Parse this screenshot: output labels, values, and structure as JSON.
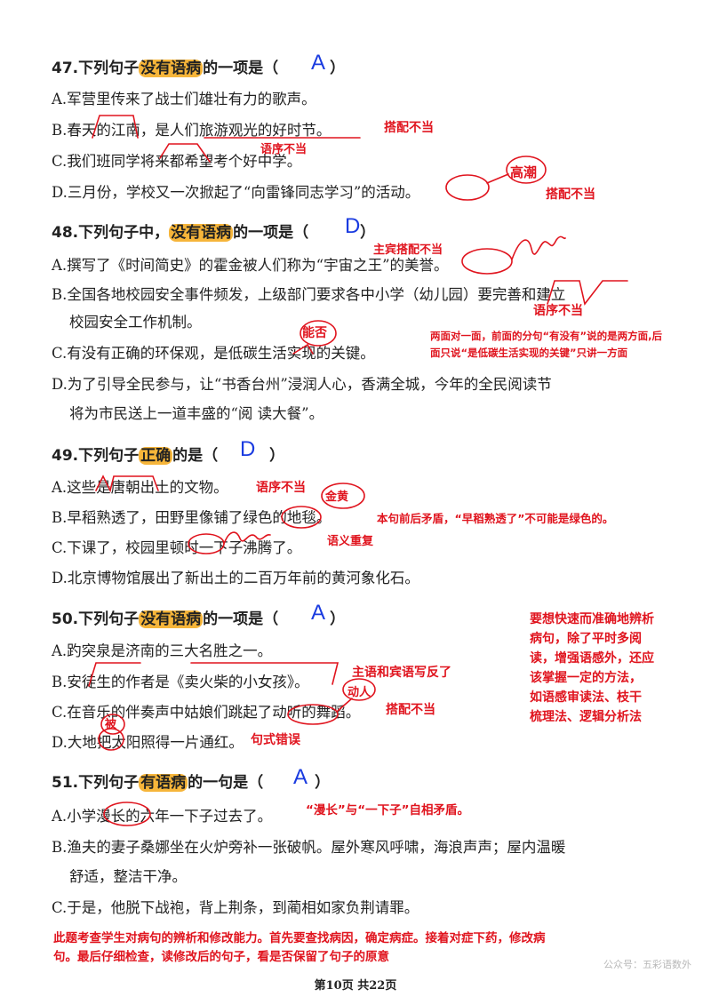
{
  "q47": {
    "num": "47.",
    "pre": "下列句子",
    "hl": "没有语病",
    "post": "的一项是（",
    "close": "）",
    "answer": "A",
    "options": [
      "A.军营里传来了战士们雄壮有力的歌声。",
      "B.春天的江南，是人们旅游观光的好时节。",
      "C.我们班同学将来都希望考个好中学。",
      "D.三月份，学校又一次掀起了“向雷锋同志学习”的活动。"
    ],
    "notes": {
      "b": "搭配不当",
      "c": "语序不当",
      "d_word": "高潮",
      "d": "搭配不当"
    }
  },
  "q48": {
    "num": "48.",
    "pre": "下列句子中，",
    "hl": "没有语病",
    "post": "的一项是（",
    "close": "）",
    "answer": "D",
    "options": [
      "A.撰写了《时间简史》的霍金被人们称为“宇宙之王”的美誉。",
      "B.全国各地校园安全事件频发，上级部门要求各中小学（幼儿园）要完善和建立",
      "校园安全工作机制。",
      "C.有没有正确的环保观，是低碳生活实现的关键。",
      "D.为了引导全民参与，让“书香台州”浸润人心，香满全城，今年的全民阅读节",
      "将为市民送上一道丰盛的“阅  读大餐”。"
    ],
    "notes": {
      "a": "主宾搭配不当",
      "b": "语序不当",
      "c_word": "能否",
      "c1": "两面对一面，前面的分句“有没有”说的是两方面,后",
      "c2": "面只说“是低碳生活实现的关键”只讲一方面"
    }
  },
  "q49": {
    "num": "49.",
    "pre": "下列句子",
    "hl": "正确",
    "post": "的是（",
    "close": "）",
    "answer": "D",
    "options": [
      "A.这些是唐朝出土的文物。",
      "B.早稻熟透了，田野里像铺了绿色的地毯。",
      "C.下课了，校园里顿时一下子沸腾了。",
      "D.北京博物馆展出了新出土的二百万年前的黄河象化石。"
    ],
    "notes": {
      "a": "语序不当",
      "b_word": "金黄",
      "b": "本句前后矛盾，“早稻熟透了”不可能是绿色的。",
      "c": "语义重复"
    }
  },
  "q50": {
    "num": "50.",
    "pre": "下列句子",
    "hl": "没有语病",
    "post": "的一项是（",
    "close": "）",
    "answer": "A",
    "options": [
      "A.趵突泉是济南的三大名胜之一。",
      "B.安徒生的作者是《卖火柴的小女孩》。",
      "C.在音乐的伴奏声中姑娘们跳起了动听的舞蹈。",
      "D.大地把太阳照得一片通红。"
    ],
    "notes": {
      "b": "主语和宾语写反了",
      "c_word": "动人",
      "c": "搭配不当",
      "d_word": "被",
      "d": "句式错误"
    },
    "tip": [
      "要想快速而准确地辨析",
      "病句，除了平时多阅",
      "读，增强语感外，还应",
      "该掌握一定的方法，",
      "如语感审读法、枝干",
      "梳理法、逻辑分析法"
    ]
  },
  "q51": {
    "num": "51.",
    "pre": "下列句子",
    "hl": "有语病",
    "post": "的一句是（",
    "close": "）",
    "answer": "A",
    "options": [
      "A.小学漫长的六年一下子过去了。",
      "B.渔夫的妻子桑娜坐在火炉旁补一张破帆。屋外寒风呼啸，海浪声声；屋内温暖",
      "舒适，整洁干净。",
      "C.于是，他脱下战袍，背上荆条，到蔺相如家负荆请罪。"
    ],
    "notes": {
      "a": "“漫长”与“一下子”自相矛盾。"
    }
  },
  "summary": [
    "此题考查学生对病句的辨析和修改能力。首先要查找病因，确定病症。接着对症下药，修改病",
    "句。最后仔细检查，读修改后的句子，看是否保留了句子的原意"
  ],
  "watermark": "公众号：五彩语数外",
  "footer": "第10页 共22页",
  "colors": {
    "highlight": "#f6b53a",
    "annotation_red": "#e0141e",
    "answer_blue": "#1a3be0"
  }
}
